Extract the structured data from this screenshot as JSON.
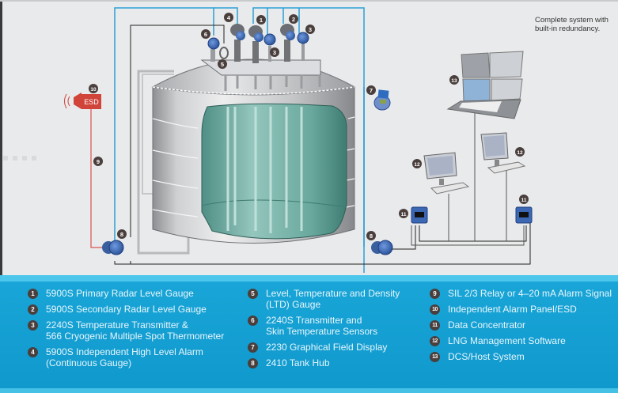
{
  "caption": {
    "line1": "Complete system with",
    "line2": "built-in redundancy."
  },
  "callouts": {
    "c1": "1",
    "c2": "2",
    "c3": "3",
    "c3b": "3",
    "c4": "4",
    "c5": "5",
    "c6": "6",
    "c7": "7",
    "c8a": "8",
    "c8b": "8",
    "c9": "9",
    "c10": "10",
    "c11a": "11",
    "c11b": "11",
    "c12a": "12",
    "c12b": "12",
    "c13": "13"
  },
  "esd_label": "ESD",
  "colors": {
    "signal_line": "#2a9fd6",
    "alarm_line": "#d9534f",
    "esd_red": "#d0443a",
    "device_blue": "#3a66b0",
    "liquid": "#5fa89c",
    "legend_bg": "#1aa6d8",
    "badge": "#4a3f3c"
  },
  "legend": {
    "columns": [
      [
        {
          "num": "1",
          "lines": [
            "5900S Primary Radar Level Gauge"
          ]
        },
        {
          "num": "2",
          "lines": [
            "5900S Secondary Radar Level Gauge"
          ]
        },
        {
          "num": "3",
          "lines": [
            "2240S Temperature Transmitter &",
            "566 Cryogenic Multiple Spot Thermometer"
          ]
        },
        {
          "num": "4",
          "lines": [
            "5900S Independent High Level Alarm",
            "(Continuous Gauge)"
          ]
        }
      ],
      [
        {
          "num": "5",
          "lines": [
            "Level, Temperature and Density",
            "(LTD) Gauge"
          ]
        },
        {
          "num": "6",
          "lines": [
            "2240S Transmitter and",
            "Skin Temperature Sensors"
          ]
        },
        {
          "num": "7",
          "lines": [
            "2230 Graphical Field Display"
          ]
        },
        {
          "num": "8",
          "lines": [
            "2410 Tank Hub"
          ]
        }
      ],
      [
        {
          "num": "9",
          "lines": [
            "SIL 2/3 Relay or 4–20 mA Alarm Signal"
          ]
        },
        {
          "num": "10",
          "lines": [
            "Independent Alarm Panel/ESD"
          ]
        },
        {
          "num": "11",
          "lines": [
            "Data Concentrator"
          ]
        },
        {
          "num": "12",
          "lines": [
            "LNG Management Software"
          ]
        },
        {
          "num": "13",
          "lines": [
            "DCS/Host System"
          ]
        }
      ]
    ]
  }
}
